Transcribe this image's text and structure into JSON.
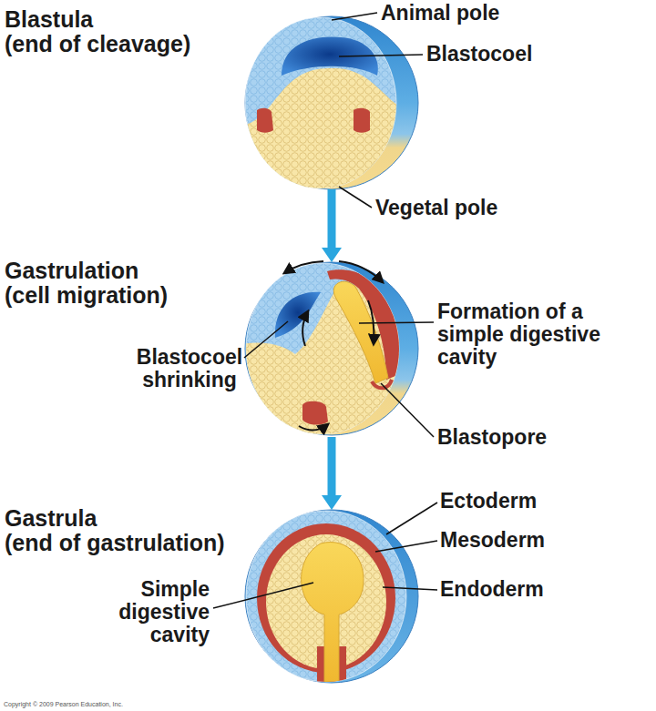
{
  "diagram": {
    "nodes": [
      {
        "text": [
          "Blastula",
          "(end of cleavage)"
        ]
      },
      {
        "text": [
          "Gastrulation",
          "(cell migration)"
        ]
      },
      {
        "text": [
          "Gastrula",
          "(end of gastrulation)"
        ]
      }
    ],
    "edges": [
      {
        "from": 0,
        "to": 1,
        "arrow": "to"
      },
      {
        "from": 1,
        "to": 2,
        "arrow": "to"
      }
    ],
    "labels": [
      "Animal pole",
      "Blastocoel",
      "Vegetal pole",
      "Blastocoel shrinking",
      "Formation of a simple digestive cavity",
      "Blastopore",
      "Ectoderm",
      "Mesoderm",
      "Endoderm",
      "Simple digestive cavity",
      "Copyright © 2009 Pearson Education, Inc."
    ]
  }
}
